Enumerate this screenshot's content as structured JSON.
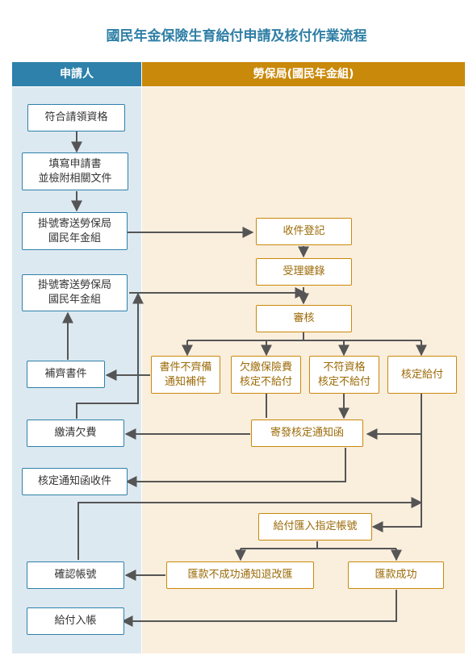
{
  "title": "國民年金保險生育給付申請及核付作業流程",
  "lanes": {
    "applicant": "申請人",
    "bureau": "勞保局(國民年金組)"
  },
  "boxes": {
    "eligible": "符合請領資格",
    "fill_form": "填寫申請書\n並檢附相關文件",
    "mail1": "掛號寄送勞保局\n國民年金組",
    "mail2": "掛號寄送勞保局\n國民年金組",
    "supplement": "補齊書件",
    "pay_arrears": "繳清欠費",
    "notice_received": "核定通知函收件",
    "confirm_account": "確認帳號",
    "paid_in": "給付入帳",
    "receipt_register": "收件登記",
    "acceptance_keyin": "受理鍵錄",
    "review": "審核",
    "docs_incomplete": "書件不齊備\n通知補件",
    "arrears_not_pay": "欠繳保險費\n核定不給付",
    "ineligible_not_pay": "不符資格\n核定不給付",
    "approve_pay": "核定給付",
    "send_notice": "寄發核定通知函",
    "remit_account": "給付匯入指定帳號",
    "remit_failed": "匯款不成功通知退改匯",
    "remit_success": "匯款成功"
  },
  "colors": {
    "applicant": "#2d81aa",
    "bureau": "#c9890a",
    "arrow": "#555555"
  }
}
